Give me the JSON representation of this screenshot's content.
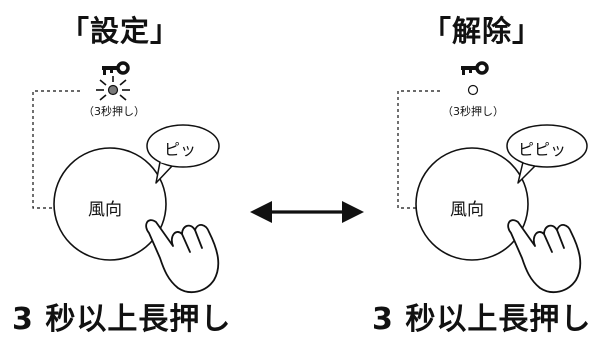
{
  "panels": [
    {
      "title": "「設定」",
      "hold_note": "（3秒押し）",
      "button_label": "風向",
      "bubble_text": "ピッ",
      "caption": "3 秒以上長押し",
      "lamp_state": "lit"
    },
    {
      "title": "「解除」",
      "hold_note": "（3秒押し）",
      "button_label": "風向",
      "bubble_text": "ピピッ",
      "caption": "3 秒以上長押し",
      "lamp_state": "off"
    }
  ],
  "icons": {
    "key": "key-icon",
    "lamp": "lamp-icon",
    "hand": "pointing-hand-icon",
    "arrow": "double-arrow-icon"
  },
  "colors": {
    "line": "#111111",
    "lamp_lit": "#7a7a7a",
    "background": "#ffffff"
  }
}
